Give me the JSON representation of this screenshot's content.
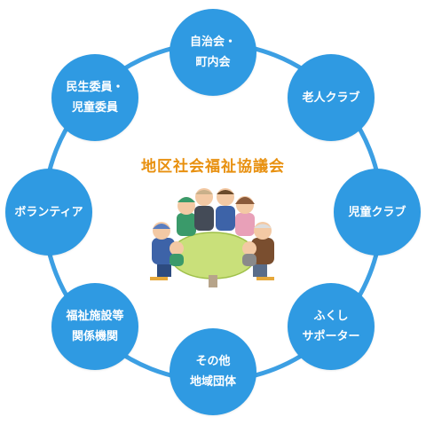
{
  "title": "地区社会福祉協議会",
  "members": [
    {
      "lines": [
        "自治会・",
        "町内会"
      ]
    },
    {
      "lines": [
        "老人クラブ"
      ]
    },
    {
      "lines": [
        "児童クラブ"
      ]
    },
    {
      "lines": [
        "ふくし",
        "サポーター"
      ]
    },
    {
      "lines": [
        "その他",
        "地域団体"
      ]
    },
    {
      "lines": [
        "福祉施設等",
        "関係機関"
      ]
    },
    {
      "lines": [
        "ボランティア"
      ]
    },
    {
      "lines": [
        "民生委員・",
        "児童委員"
      ]
    }
  ],
  "colors": {
    "node": "#2f9ae2",
    "ring": "#3c9fe3",
    "title": "#e8900f",
    "table": "#c9e07a"
  }
}
